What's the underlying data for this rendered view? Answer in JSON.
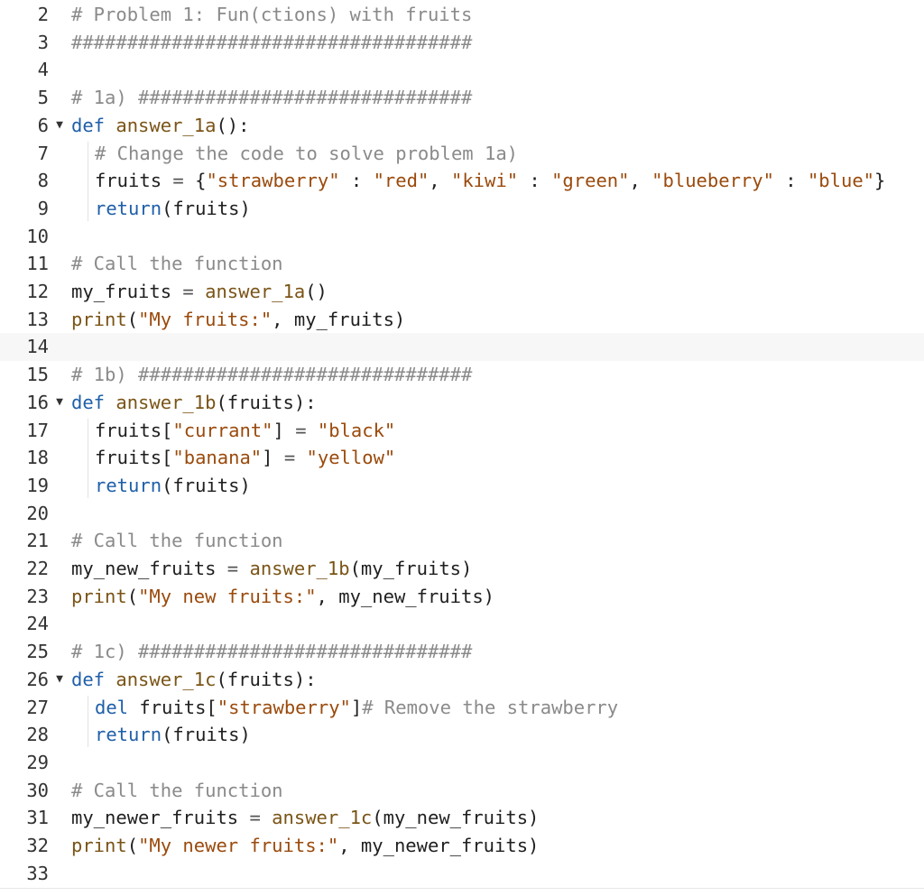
{
  "editor": {
    "lines": [
      {
        "num": "2",
        "fold": "",
        "indent": false,
        "tokens": [
          {
            "t": "cm",
            "v": "# Problem 1: Fun(ctions) with fruits"
          }
        ]
      },
      {
        "num": "3",
        "fold": "",
        "indent": false,
        "tokens": [
          {
            "t": "cm",
            "v": "####################################"
          }
        ]
      },
      {
        "num": "4",
        "fold": "",
        "indent": false,
        "tokens": []
      },
      {
        "num": "5",
        "fold": "",
        "indent": false,
        "tokens": [
          {
            "t": "cm",
            "v": "# 1a) ##############################"
          }
        ]
      },
      {
        "num": "6",
        "fold": "▼",
        "indent": false,
        "tokens": [
          {
            "t": "kw",
            "v": "def "
          },
          {
            "t": "fn",
            "v": "answer_1a"
          },
          {
            "t": "nm",
            "v": "():"
          }
        ]
      },
      {
        "num": "7",
        "fold": "",
        "indent": true,
        "tokens": [
          {
            "t": "cm",
            "v": "# Change the code to solve problem 1a)"
          }
        ]
      },
      {
        "num": "8",
        "fold": "",
        "indent": true,
        "tokens": [
          {
            "t": "nm",
            "v": "fruits "
          },
          {
            "t": "op",
            "v": "= "
          },
          {
            "t": "nm",
            "v": "{"
          },
          {
            "t": "st",
            "v": "\"strawberry\""
          },
          {
            "t": "nm",
            "v": " : "
          },
          {
            "t": "st",
            "v": "\"red\""
          },
          {
            "t": "nm",
            "v": ", "
          },
          {
            "t": "st",
            "v": "\"kiwi\""
          },
          {
            "t": "nm",
            "v": " : "
          },
          {
            "t": "st",
            "v": "\"green\""
          },
          {
            "t": "nm",
            "v": ", "
          },
          {
            "t": "st",
            "v": "\"blueberry\""
          },
          {
            "t": "nm",
            "v": " : "
          },
          {
            "t": "st",
            "v": "\"blue\""
          },
          {
            "t": "nm",
            "v": "}"
          }
        ]
      },
      {
        "num": "9",
        "fold": "",
        "indent": true,
        "tokens": [
          {
            "t": "kw",
            "v": "return"
          },
          {
            "t": "nm",
            "v": "(fruits)"
          }
        ]
      },
      {
        "num": "10",
        "fold": "",
        "indent": false,
        "tokens": []
      },
      {
        "num": "11",
        "fold": "",
        "indent": false,
        "tokens": [
          {
            "t": "cm",
            "v": "# Call the function"
          }
        ]
      },
      {
        "num": "12",
        "fold": "",
        "indent": false,
        "tokens": [
          {
            "t": "nm",
            "v": "my_fruits "
          },
          {
            "t": "op",
            "v": "= "
          },
          {
            "t": "fn",
            "v": "answer_1a"
          },
          {
            "t": "nm",
            "v": "()"
          }
        ]
      },
      {
        "num": "13",
        "fold": "",
        "indent": false,
        "tokens": [
          {
            "t": "fn",
            "v": "print"
          },
          {
            "t": "nm",
            "v": "("
          },
          {
            "t": "st",
            "v": "\"My fruits:\""
          },
          {
            "t": "nm",
            "v": ", my_fruits)"
          }
        ]
      },
      {
        "num": "14",
        "fold": "",
        "indent": false,
        "active": true,
        "tokens": []
      },
      {
        "num": "15",
        "fold": "",
        "indent": false,
        "tokens": [
          {
            "t": "cm",
            "v": "# 1b) ##############################"
          }
        ]
      },
      {
        "num": "16",
        "fold": "▼",
        "indent": false,
        "tokens": [
          {
            "t": "kw",
            "v": "def "
          },
          {
            "t": "fn",
            "v": "answer_1b"
          },
          {
            "t": "nm",
            "v": "(fruits):"
          }
        ]
      },
      {
        "num": "17",
        "fold": "",
        "indent": true,
        "tokens": [
          {
            "t": "nm",
            "v": "fruits["
          },
          {
            "t": "st",
            "v": "\"currant\""
          },
          {
            "t": "nm",
            "v": "] "
          },
          {
            "t": "op",
            "v": "= "
          },
          {
            "t": "st",
            "v": "\"black\""
          }
        ]
      },
      {
        "num": "18",
        "fold": "",
        "indent": true,
        "tokens": [
          {
            "t": "nm",
            "v": "fruits["
          },
          {
            "t": "st",
            "v": "\"banana\""
          },
          {
            "t": "nm",
            "v": "] "
          },
          {
            "t": "op",
            "v": "= "
          },
          {
            "t": "st",
            "v": "\"yellow\""
          }
        ]
      },
      {
        "num": "19",
        "fold": "",
        "indent": true,
        "tokens": [
          {
            "t": "kw",
            "v": "return"
          },
          {
            "t": "nm",
            "v": "(fruits)"
          }
        ]
      },
      {
        "num": "20",
        "fold": "",
        "indent": false,
        "tokens": []
      },
      {
        "num": "21",
        "fold": "",
        "indent": false,
        "tokens": [
          {
            "t": "cm",
            "v": "# Call the function"
          }
        ]
      },
      {
        "num": "22",
        "fold": "",
        "indent": false,
        "tokens": [
          {
            "t": "nm",
            "v": "my_new_fruits "
          },
          {
            "t": "op",
            "v": "= "
          },
          {
            "t": "fn",
            "v": "answer_1b"
          },
          {
            "t": "nm",
            "v": "(my_fruits)"
          }
        ]
      },
      {
        "num": "23",
        "fold": "",
        "indent": false,
        "tokens": [
          {
            "t": "fn",
            "v": "print"
          },
          {
            "t": "nm",
            "v": "("
          },
          {
            "t": "st",
            "v": "\"My new fruits:\""
          },
          {
            "t": "nm",
            "v": ", my_new_fruits)"
          }
        ]
      },
      {
        "num": "24",
        "fold": "",
        "indent": false,
        "tokens": []
      },
      {
        "num": "25",
        "fold": "",
        "indent": false,
        "tokens": [
          {
            "t": "cm",
            "v": "# 1c) ##############################"
          }
        ]
      },
      {
        "num": "26",
        "fold": "▼",
        "indent": false,
        "tokens": [
          {
            "t": "kw",
            "v": "def "
          },
          {
            "t": "fn",
            "v": "answer_1c"
          },
          {
            "t": "nm",
            "v": "(fruits):"
          }
        ]
      },
      {
        "num": "27",
        "fold": "",
        "indent": true,
        "tokens": [
          {
            "t": "kw",
            "v": "del "
          },
          {
            "t": "nm",
            "v": "fruits["
          },
          {
            "t": "st",
            "v": "\"strawberry\""
          },
          {
            "t": "nm",
            "v": "]"
          },
          {
            "t": "cm",
            "v": "# Remove the strawberry"
          }
        ]
      },
      {
        "num": "28",
        "fold": "",
        "indent": true,
        "tokens": [
          {
            "t": "kw",
            "v": "return"
          },
          {
            "t": "nm",
            "v": "(fruits)"
          }
        ]
      },
      {
        "num": "29",
        "fold": "",
        "indent": false,
        "tokens": []
      },
      {
        "num": "30",
        "fold": "",
        "indent": false,
        "tokens": [
          {
            "t": "cm",
            "v": "# Call the function"
          }
        ]
      },
      {
        "num": "31",
        "fold": "",
        "indent": false,
        "tokens": [
          {
            "t": "nm",
            "v": "my_newer_fruits "
          },
          {
            "t": "op",
            "v": "= "
          },
          {
            "t": "fn",
            "v": "answer_1c"
          },
          {
            "t": "nm",
            "v": "(my_new_fruits)"
          }
        ]
      },
      {
        "num": "32",
        "fold": "",
        "indent": false,
        "tokens": [
          {
            "t": "fn",
            "v": "print"
          },
          {
            "t": "nm",
            "v": "("
          },
          {
            "t": "st",
            "v": "\"My newer fruits:\""
          },
          {
            "t": "nm",
            "v": ", my_newer_fruits)"
          }
        ]
      },
      {
        "num": "33",
        "fold": "",
        "indent": false,
        "tokens": []
      }
    ]
  }
}
